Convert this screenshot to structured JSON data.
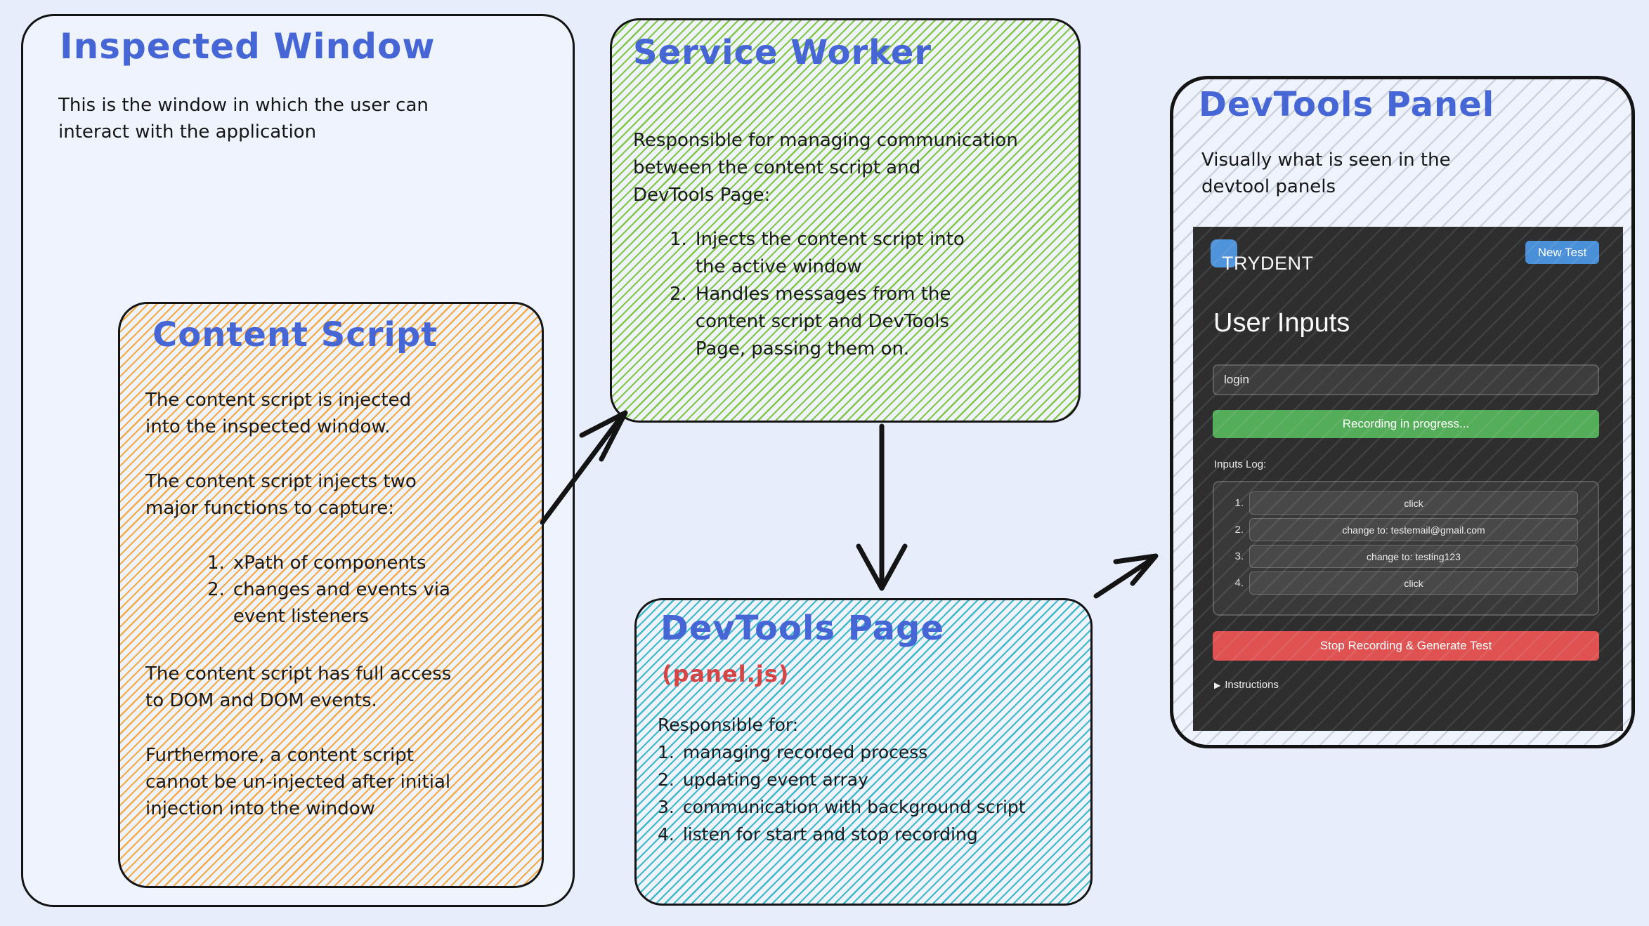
{
  "colors": {
    "background": "#e7edfa",
    "box_fill": "#eef3fd",
    "outline": "#141414",
    "title_blue": "#4666d6",
    "subtitle_red": "#d64545",
    "hatch_orange": "#f5a63b",
    "hatch_green": "#76c132",
    "hatch_cyan": "#1fadc4",
    "hatch_gray": "#b0b6c4",
    "app_background": "#2e2e2e",
    "app_green": "#54ad58",
    "app_red": "#e05252",
    "app_blue": "#4a90d9"
  },
  "inspected_window": {
    "title": "Inspected Window",
    "description": "This is the window in which the user can\ninteract with the application"
  },
  "content_script": {
    "title": "Content Script",
    "p1": "The content script is injected\ninto the inspected window.",
    "p2": "The content script injects two\nmajor functions to capture:",
    "list": [
      {
        "num": "1.",
        "text": "xPath of components"
      },
      {
        "num": "2.",
        "text": "changes and events via\nevent listeners"
      }
    ],
    "p3": "The content script has full access\nto DOM and DOM events.",
    "p4": "Furthermore, a content script\ncannot be un-injected after initial\ninjection into the window"
  },
  "service_worker": {
    "title": "Service Worker",
    "intro": "Responsible for managing communication\nbetween the content script and\nDevTools Page:",
    "list": [
      {
        "num": "1.",
        "text": "Injects the content script into\nthe active window"
      },
      {
        "num": "2.",
        "text": "Handles messages from the\ncontent script and DevTools\nPage, passing them on."
      }
    ]
  },
  "devtools_page": {
    "title": "DevTools Page",
    "subtitle": "(panel.js)",
    "intro": "Responsible for:",
    "list": [
      {
        "num": "1.",
        "text": "managing recorded process"
      },
      {
        "num": "2.",
        "text": "updating event array"
      },
      {
        "num": "3.",
        "text": "communication with background script"
      },
      {
        "num": "4.",
        "text": "listen for start and stop recording"
      }
    ]
  },
  "devtools_panel": {
    "title": "DevTools Panel",
    "description": "Visually what is seen in the\ndevtool panels",
    "app": {
      "brand": "TRYDENT",
      "new_test_button": "New Test",
      "heading": "User Inputs",
      "input_value": "login",
      "recording_button": "Recording in progress...",
      "inputs_log_label": "Inputs Log:",
      "log_items": [
        {
          "num": "1.",
          "text": "click"
        },
        {
          "num": "2.",
          "text": "change to: testemail@gmail.com"
        },
        {
          "num": "3.",
          "text": "change to: testing123"
        },
        {
          "num": "4.",
          "text": "click"
        }
      ],
      "stop_button": "Stop Recording & Generate Test",
      "instructions": {
        "icon": "▶",
        "label": "Instructions"
      }
    }
  }
}
